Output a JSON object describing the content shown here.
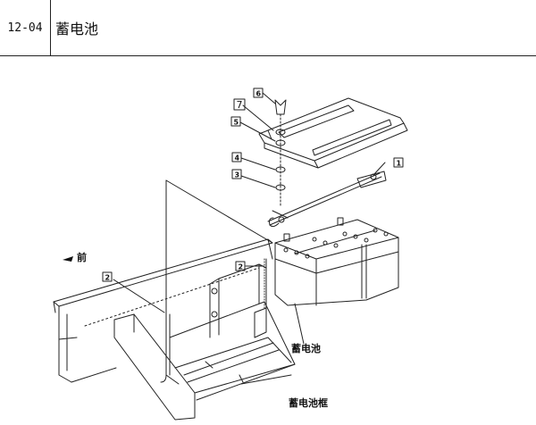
{
  "header": {
    "section_code": "12-04",
    "section_title": "蓄电池"
  },
  "diagram": {
    "direction_label": "前",
    "battery_label": "蓄电池",
    "battery_frame_label": "蓄电池框",
    "callouts": {
      "c1": "1",
      "c2a": "2",
      "c2b": "2",
      "c3": "3",
      "c4": "4",
      "c5": "5",
      "c6": "6",
      "c7": "7"
    }
  }
}
